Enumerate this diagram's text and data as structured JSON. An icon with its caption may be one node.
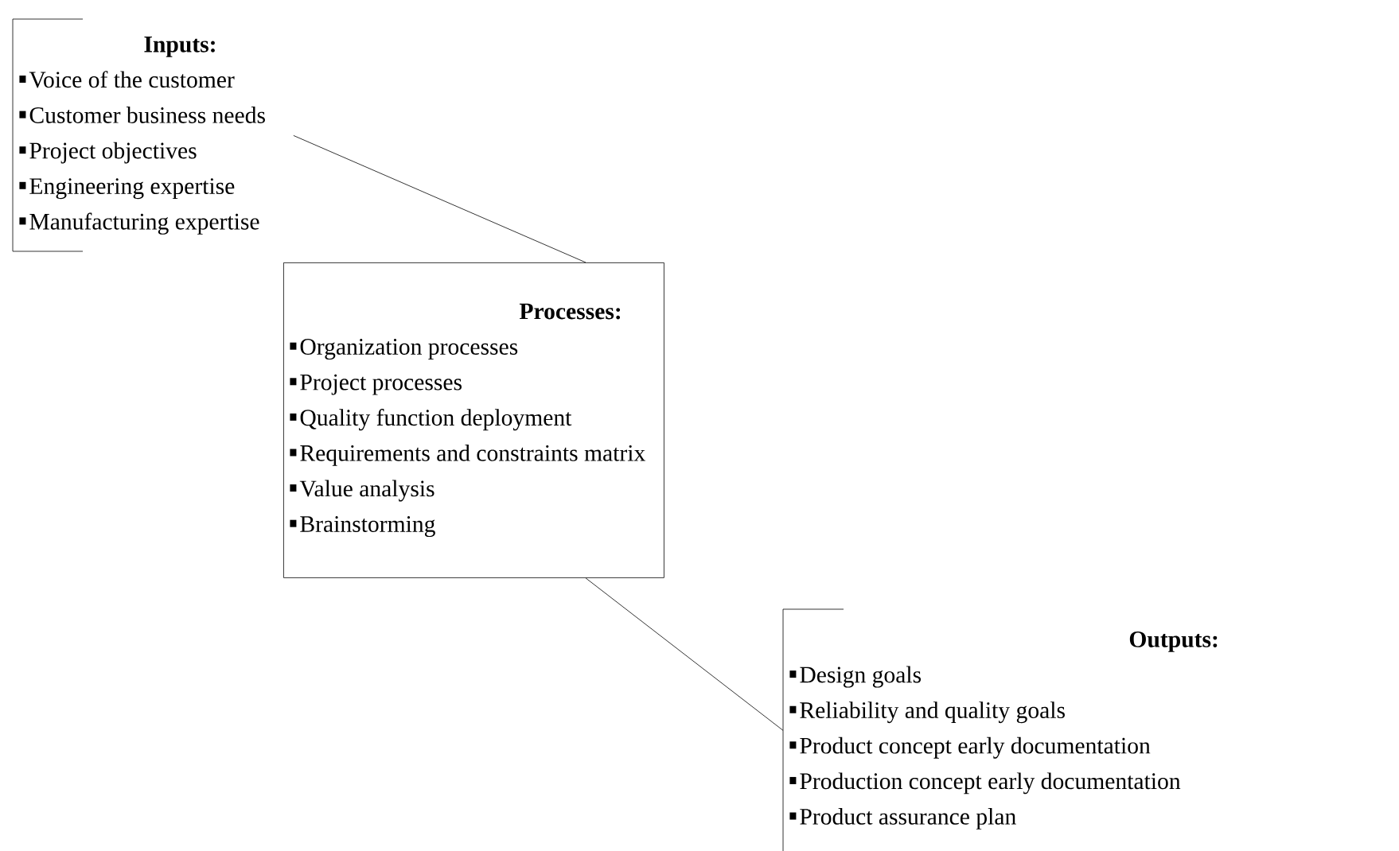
{
  "diagram": {
    "nodes": [
      {
        "text": [
          "Inputs:",
          "Voice of the customer",
          "Customer business needs",
          "Project objectives",
          "Engineering expertise",
          "Manufacturing expertise"
        ]
      },
      {
        "text": [
          "Processes:",
          "Organization processes",
          "Project processes",
          "Quality function deployment",
          "Requirements and constraints matrix",
          "Value analysis",
          "Brainstorming"
        ]
      },
      {
        "text": [
          "Outputs:",
          "Design goals",
          "Reliability and quality goals",
          "Product concept early documentation",
          "Production concept early documentation",
          "Product assurance plan"
        ]
      }
    ],
    "edges": [
      {
        "from": 0,
        "to": 1,
        "arrow": "none"
      },
      {
        "from": 1,
        "to": 2,
        "arrow": "none"
      }
    ]
  }
}
